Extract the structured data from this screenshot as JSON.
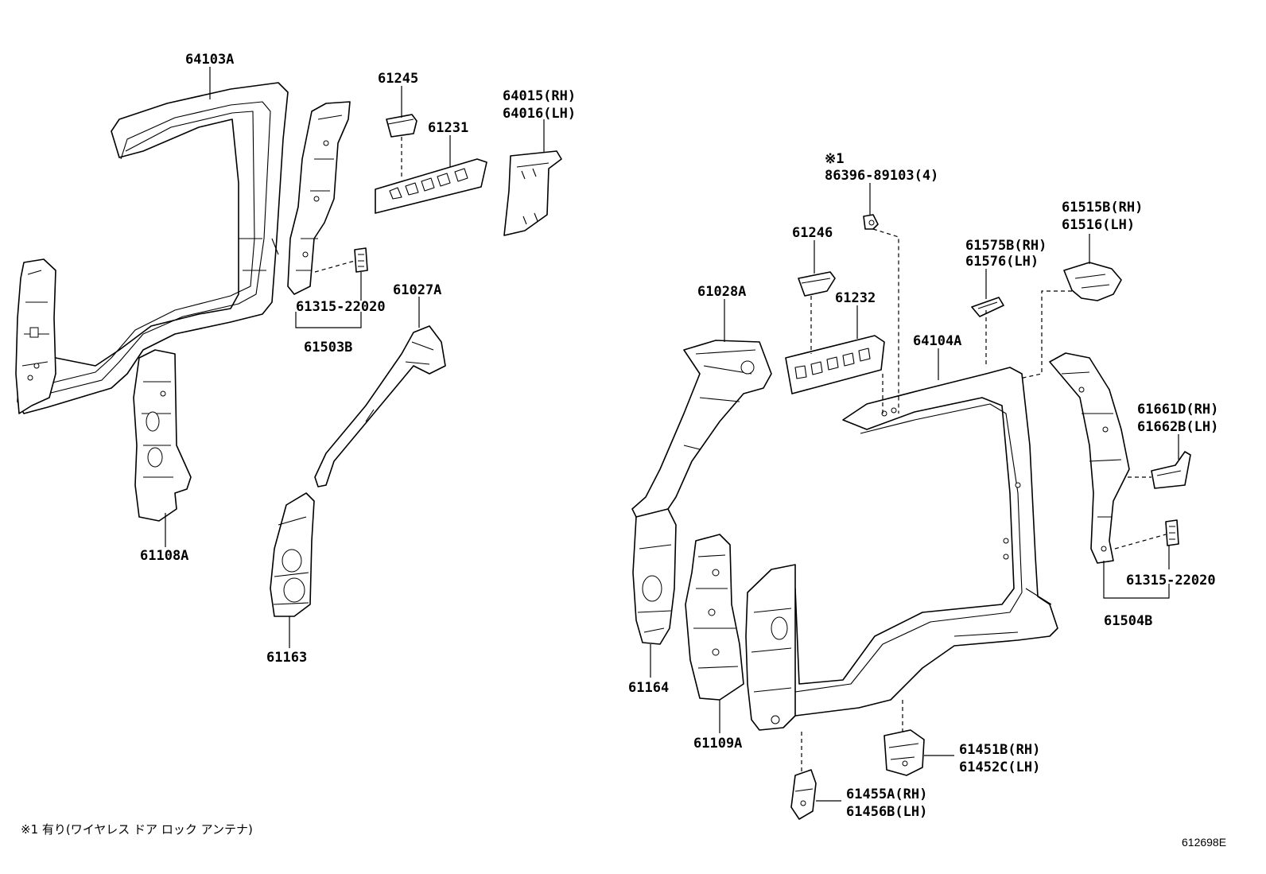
{
  "parts": {
    "p64103A": "64103A",
    "p61245": "61245",
    "p64015": "64015(RH)",
    "p64016": "64016(LH)",
    "p61231": "61231",
    "p61027A": "61027A",
    "p61315_l": "61315-22020",
    "p61503B": "61503B",
    "p61108A": "61108A",
    "p61163": "61163",
    "note_mark": "※1",
    "p86396": "86396-89103(4)",
    "p61246": "61246",
    "p61575B": "61575B(RH)",
    "p61576": "61576(LH)",
    "p61515B": "61515B(RH)",
    "p61516": "61516(LH)",
    "p61028A": "61028A",
    "p61232": "61232",
    "p64104A": "64104A",
    "p61661D": "61661D(RH)",
    "p61662B": "61662B(LH)",
    "p61315_r": "61315-22020",
    "p61504B": "61504B",
    "p61164": "61164",
    "p61109A": "61109A",
    "p61451B": "61451B(RH)",
    "p61452C": "61452C(LH)",
    "p61455A": "61455A(RH)",
    "p61456B": "61456B(LH)"
  },
  "footnote": "※1 有り(ワイヤレス ドア ロック アンテナ)",
  "diagram_code": "612698E"
}
